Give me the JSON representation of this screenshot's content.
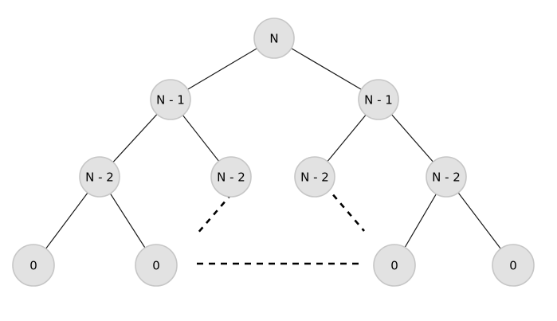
{
  "diagram": {
    "type": "binary-recursion-tree",
    "background_color": "#ffffff",
    "node_fill_color": "#e2e2e2",
    "node_border_color": "#c6c6c6",
    "node_text_color": "#000000",
    "solid_edge_color": "#1a1a1a",
    "dashed_edge_color": "#000000",
    "levels": [
      {
        "depth": 0,
        "labels": [
          "N"
        ]
      },
      {
        "depth": 1,
        "labels": [
          "N - 1",
          "N - 1"
        ]
      },
      {
        "depth": 2,
        "labels": [
          "N - 2",
          "N - 2",
          "N - 2",
          "N - 2"
        ]
      },
      {
        "depth": 3,
        "labels": [
          "0",
          "0",
          "0",
          "0"
        ]
      }
    ]
  }
}
